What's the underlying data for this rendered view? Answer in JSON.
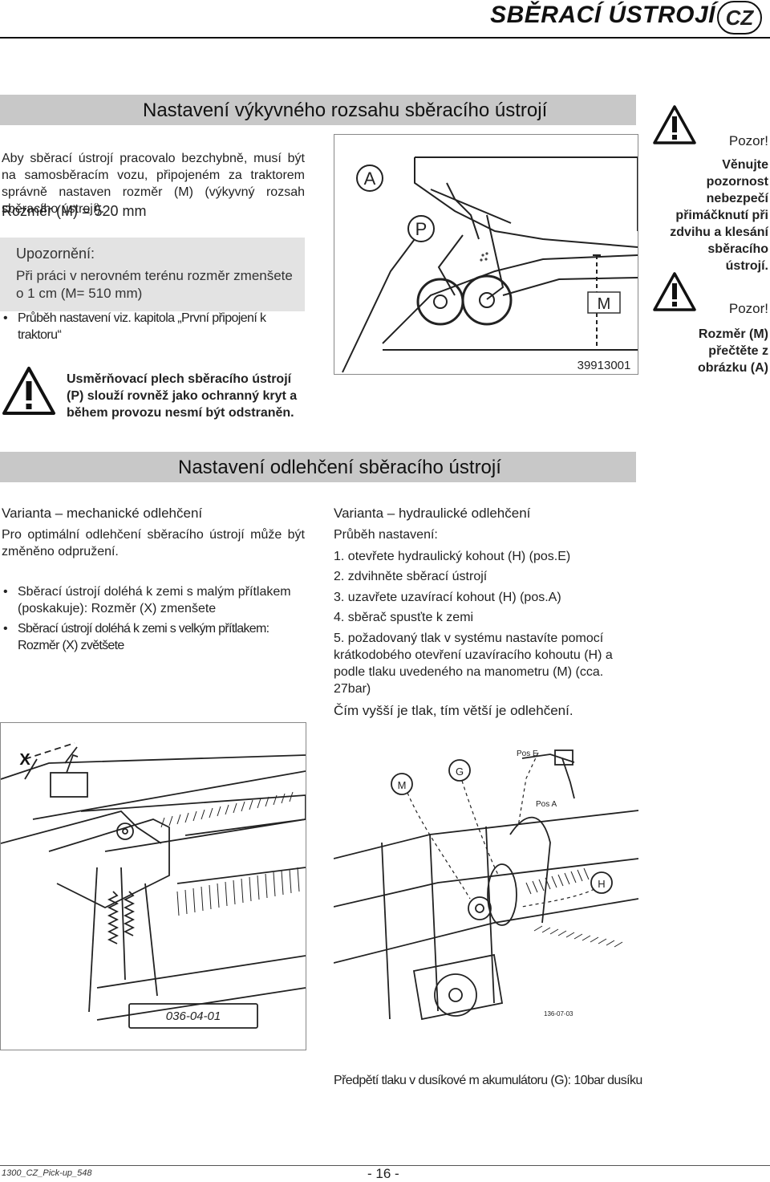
{
  "header": {
    "title": "SBĚRACÍ ÚSTROJÍ",
    "badge": "CZ"
  },
  "section1": {
    "title": "Nastavení výkyvného rozsahu sběracího ústrojí",
    "intro": "Aby sběrací ústrojí pracovalo bezchybně, musí být na samosběracím vozu, připojeném za traktorem správně nastaven rozměr (M) (výkyvný rozsah sběracího ústrojí).",
    "dimension": "Rozměr (M) = 520 mm",
    "note_heading": "Upozornění:",
    "note_text": "Při práci v nerovném terénu rozměr zmenšete o 1 cm (M= 510 mm)",
    "bullet": "Průběh nastavení viz. kapitola „První připojení k traktoru“",
    "warning": "Usměrňovací plech sběracího ústrojí (P) slouží rovněž jako ochranný kryt a během provozu nesmí být odstraněn.",
    "figure": {
      "label_a": "A",
      "label_p": "P",
      "label_m": "M",
      "code": "39913001"
    },
    "side_warnings": [
      {
        "title": "Pozor!",
        "text": "Věnujte pozornost nebezpečí přimáčknutí při zdvihu a klesání sběracího ústrojí."
      },
      {
        "title": "Pozor!",
        "text": "Rozměr (M) přečtěte z obrázku (A)"
      }
    ]
  },
  "section2": {
    "title": "Nastavení odlehčení sběracího ústrojí",
    "mech": {
      "heading": "Varianta – mechanické odlehčení",
      "intro": "Pro optimální odlehčení sběracího ústrojí může být změněno odpružení.",
      "bullets": [
        "Sběrací ústrojí doléhá k zemi s malým přítlakem (poskakuje): Rozměr (X) zmenšete",
        "Sběrací ústrojí doléhá k zemi s velkým přítlakem: Rozměr (X) zvětšete"
      ]
    },
    "hyd": {
      "heading": "Varianta – hydraulické odlehčení",
      "subheading": "Průběh nastavení:",
      "steps": [
        "1. otevřete hydraulický kohout (H) (pos.E)",
        "2. zdvihněte sběrací ústrojí",
        "3. uzavřete uzavírací kohout (H) (pos.A)",
        "4. sběrač spusťte k zemi",
        "5. požadovaný tlak v systému nastavíte pomocí krátkodobého otevření uzavíracího kohoutu (H) a podle tlaku uvedeného na manometru (M) (cca. 27bar)"
      ],
      "conclusion": "Čím vyšší je tlak, tím větší je odlehčení."
    },
    "fig_left": {
      "label_x": "X",
      "code": "036-04-01"
    },
    "fig_right": {
      "label_m": "M",
      "label_g": "G",
      "label_h": "H",
      "pos_e": "Pos E",
      "pos_a": "Pos A",
      "code": "136-07-03"
    },
    "caption": "Předpětí tlaku v dusíkové m akumulátoru (G): 10bar dusíku"
  },
  "footer": {
    "doc_id": "1300_CZ_Pick-up_548",
    "page": "- 16 -"
  }
}
